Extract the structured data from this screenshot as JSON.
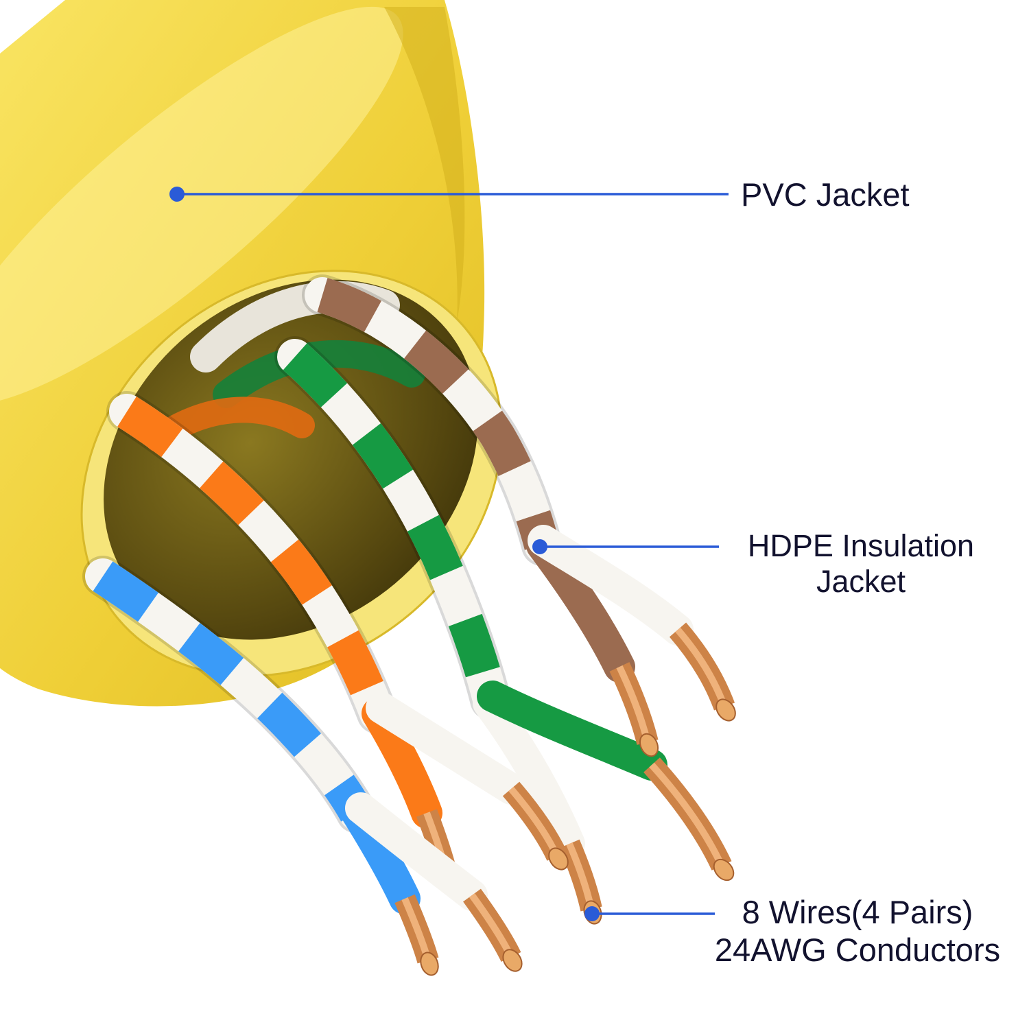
{
  "figure": {
    "subject": "Ethernet network cable cutaway diagram",
    "background": "#ffffff"
  },
  "colors": {
    "accent_line": "#2a5bd7",
    "label_text": "#12122e",
    "jacket_yellow": "#efd042",
    "jacket_rim": "#f6e57a",
    "opening_shadow": "#4a3e0c",
    "wire_orange": "#fb7a18",
    "wire_blue": "#3a9bf8",
    "wire_green": "#169a43",
    "wire_brown": "#9b6b50",
    "wire_white": "#f7f5f0",
    "copper": "#cd8347",
    "copper_tip": "#e9a967"
  },
  "callouts": [
    {
      "id": "pvc",
      "label": "PVC Jacket"
    },
    {
      "id": "hdpe",
      "line1": "HDPE Insulation",
      "line2": "Jacket"
    },
    {
      "id": "wires",
      "line1": "8 Wires(4 Pairs)",
      "line2": "24AWG Conductors"
    }
  ]
}
